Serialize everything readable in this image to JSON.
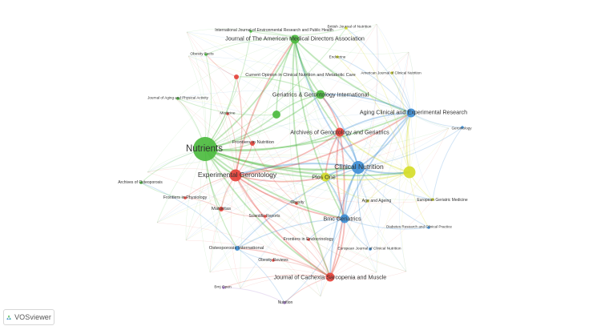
{
  "app": {
    "name": "VOSviewer"
  },
  "colors": {
    "cluster_red": "#e5423b",
    "cluster_green": "#4cbb3f",
    "cluster_blue": "#3f8fd6",
    "cluster_yellow": "#d6dd2a",
    "cluster_purple": "#a97fcf",
    "label": "#333333"
  },
  "network": {
    "nodes": [
      {
        "id": "nutrients",
        "label": "Nutrients",
        "cluster": "green",
        "weight": 10
      },
      {
        "id": "clinical-nutrition",
        "label": "Clinical Nutrition",
        "cluster": "blue",
        "weight": 7
      },
      {
        "id": "experimental-gerontology",
        "label": "Experimental Gerontology",
        "cluster": "red",
        "weight": 6
      },
      {
        "id": "jamda",
        "label": "Journal of The American Medical Directors Association",
        "cluster": "green",
        "weight": 5
      },
      {
        "id": "aging-clinical",
        "label": "Aging Clinical and Experimental Research",
        "cluster": "blue",
        "weight": 5
      },
      {
        "id": "cachexia",
        "label": "Journal of Cachexia Sarcopenia and Muscle",
        "cluster": "red",
        "weight": 5
      },
      {
        "id": "archives-gerontology",
        "label": "Archives of Gerontology and Geriatrics",
        "cluster": "red",
        "weight": 5
      },
      {
        "id": "geriatrics-intl",
        "label": "Geriatrics & Gerontology International",
        "cluster": "green",
        "weight": 5
      },
      {
        "id": "bmc-geriatrics",
        "label": "Bmc Geriatrics",
        "cluster": "blue",
        "weight": 5
      },
      {
        "id": "plos-one",
        "label": "Plos One",
        "cluster": "yellow",
        "weight": 5
      },
      {
        "id": "yellow-big",
        "label": "",
        "cluster": "yellow",
        "weight": 6
      },
      {
        "id": "green-mid",
        "label": "",
        "cluster": "green",
        "weight": 4
      },
      {
        "id": "current-opinion",
        "label": "Current Opinion in Clinical Nutrition and Metabolic Care",
        "cluster": "red",
        "weight": 3
      },
      {
        "id": "frontiers-nutrition",
        "label": "Frontiers in Nutrition",
        "cluster": "red",
        "weight": 3
      },
      {
        "id": "osteoporosis-intl",
        "label": "Osteoporosis International",
        "cluster": "blue",
        "weight": 3
      },
      {
        "id": "maturitas",
        "label": "Maturitas",
        "cluster": "red",
        "weight": 3
      },
      {
        "id": "ijerph",
        "label": "International Journal of Environmental Research and Public Health",
        "cluster": "green",
        "weight": 2
      },
      {
        "id": "bjn",
        "label": "British Journal of Nutrition",
        "cluster": "yellow",
        "weight": 2
      },
      {
        "id": "obesity-facts",
        "label": "Obesity Facts",
        "cluster": "green",
        "weight": 2
      },
      {
        "id": "endocrine",
        "label": "Endocrine",
        "cluster": "yellow",
        "weight": 2
      },
      {
        "id": "ajcn",
        "label": "American Journal of Clinical Nutrition",
        "cluster": "yellow",
        "weight": 2
      },
      {
        "id": "aging-activity",
        "label": "Journal of Aging and Physical Activity",
        "cluster": "green",
        "weight": 2
      },
      {
        "id": "medicine",
        "label": "Medicine",
        "cluster": "red",
        "weight": 2
      },
      {
        "id": "gerontology",
        "label": "Gerontology",
        "cluster": "blue",
        "weight": 2
      },
      {
        "id": "archives-osteoporosis",
        "label": "Archives of Osteoporosis",
        "cluster": "green",
        "weight": 2
      },
      {
        "id": "frontiers-physiology",
        "label": "Frontiers in Physiology",
        "cluster": "red",
        "weight": 2
      },
      {
        "id": "age-ageing",
        "label": "Age and Ageing",
        "cluster": "yellow",
        "weight": 2
      },
      {
        "id": "european-geriatric",
        "label": "European Geriatric Medicine",
        "cluster": "yellow",
        "weight": 2
      },
      {
        "id": "obesity",
        "label": "Obesity",
        "cluster": "red",
        "weight": 2
      },
      {
        "id": "scientific-reports",
        "label": "Scientific Reports",
        "cluster": "red",
        "weight": 2
      },
      {
        "id": "diabetes-research",
        "label": "Diabetes Research and Clinical Practice",
        "cluster": "blue",
        "weight": 2
      },
      {
        "id": "frontiers-endo",
        "label": "Frontiers in Endocrinology",
        "cluster": "red",
        "weight": 2
      },
      {
        "id": "ejcn",
        "label": "European Journal of Clinical Nutrition",
        "cluster": "blue",
        "weight": 2
      },
      {
        "id": "obesity-reviews",
        "label": "Obesity Reviews",
        "cluster": "red",
        "weight": 2
      },
      {
        "id": "bmj-open",
        "label": "Bmj Open",
        "cluster": "purple",
        "weight": 2
      },
      {
        "id": "nutrition",
        "label": "Nutrition",
        "cluster": "purple",
        "weight": 2
      }
    ],
    "links": [
      [
        "nutrients",
        "clinical-nutrition"
      ],
      [
        "nutrients",
        "experimental-gerontology"
      ],
      [
        "nutrients",
        "jamda"
      ],
      [
        "nutrients",
        "aging-clinical"
      ],
      [
        "nutrients",
        "cachexia"
      ],
      [
        "nutrients",
        "archives-gerontology"
      ],
      [
        "nutrients",
        "geriatrics-intl"
      ],
      [
        "nutrients",
        "bmc-geriatrics"
      ],
      [
        "nutrients",
        "plos-one"
      ],
      [
        "nutrients",
        "current-opinion"
      ],
      [
        "nutrients",
        "frontiers-nutrition"
      ],
      [
        "nutrients",
        "ijerph"
      ],
      [
        "nutrients",
        "obesity-facts"
      ],
      [
        "nutrients",
        "aging-activity"
      ],
      [
        "nutrients",
        "archives-osteoporosis"
      ],
      [
        "nutrients",
        "green-mid"
      ],
      [
        "nutrients",
        "yellow-big"
      ],
      [
        "nutrients",
        "maturitas"
      ],
      [
        "nutrients",
        "osteoporosis-intl"
      ],
      [
        "nutrients",
        "bjn"
      ],
      [
        "nutrients",
        "medicine"
      ],
      [
        "jamda",
        "clinical-nutrition"
      ],
      [
        "jamda",
        "experimental-gerontology"
      ],
      [
        "jamda",
        "geriatrics-intl"
      ],
      [
        "jamda",
        "aging-clinical"
      ],
      [
        "jamda",
        "archives-gerontology"
      ],
      [
        "jamda",
        "bmc-geriatrics"
      ],
      [
        "jamda",
        "cachexia"
      ],
      [
        "jamda",
        "green-mid"
      ],
      [
        "jamda",
        "obesity-facts"
      ],
      [
        "jamda",
        "ijerph"
      ],
      [
        "clinical-nutrition",
        "experimental-gerontology"
      ],
      [
        "clinical-nutrition",
        "aging-clinical"
      ],
      [
        "clinical-nutrition",
        "cachexia"
      ],
      [
        "clinical-nutrition",
        "archives-gerontology"
      ],
      [
        "clinical-nutrition",
        "bmc-geriatrics"
      ],
      [
        "clinical-nutrition",
        "plos-one"
      ],
      [
        "clinical-nutrition",
        "geriatrics-intl"
      ],
      [
        "clinical-nutrition",
        "yellow-big"
      ],
      [
        "clinical-nutrition",
        "gerontology"
      ],
      [
        "clinical-nutrition",
        "age-ageing"
      ],
      [
        "clinical-nutrition",
        "ejcn"
      ],
      [
        "clinical-nutrition",
        "diabetes-research"
      ],
      [
        "clinical-nutrition",
        "european-geriatric"
      ],
      [
        "clinical-nutrition",
        "osteoporosis-intl"
      ],
      [
        "experimental-gerontology",
        "archives-gerontology"
      ],
      [
        "experimental-gerontology",
        "cachexia"
      ],
      [
        "experimental-gerontology",
        "aging-clinical"
      ],
      [
        "experimental-gerontology",
        "bmc-geriatrics"
      ],
      [
        "experimental-gerontology",
        "maturitas"
      ],
      [
        "experimental-gerontology",
        "frontiers-physiology"
      ],
      [
        "experimental-gerontology",
        "scientific-reports"
      ],
      [
        "experimental-gerontology",
        "obesity"
      ],
      [
        "experimental-gerontology",
        "frontiers-nutrition"
      ],
      [
        "experimental-gerontology",
        "plos-one"
      ],
      [
        "experimental-gerontology",
        "medicine"
      ],
      [
        "experimental-gerontology",
        "current-opinion"
      ],
      [
        "aging-clinical",
        "archives-gerontology"
      ],
      [
        "aging-clinical",
        "geriatrics-intl"
      ],
      [
        "aging-clinical",
        "bmc-geriatrics"
      ],
      [
        "aging-clinical",
        "yellow-big"
      ],
      [
        "aging-clinical",
        "gerontology"
      ],
      [
        "aging-clinical",
        "ajcn"
      ],
      [
        "aging-clinical",
        "bjn"
      ],
      [
        "aging-clinical",
        "endocrine"
      ],
      [
        "cachexia",
        "bmc-geriatrics"
      ],
      [
        "cachexia",
        "archives-gerontology"
      ],
      [
        "cachexia",
        "osteoporosis-intl"
      ],
      [
        "cachexia",
        "nutrition"
      ],
      [
        "cachexia",
        "bmj-open"
      ],
      [
        "cachexia",
        "obesity-reviews"
      ],
      [
        "cachexia",
        "frontiers-endo"
      ],
      [
        "cachexia",
        "scientific-reports"
      ],
      [
        "archives-gerontology",
        "geriatrics-intl"
      ],
      [
        "archives-gerontology",
        "bmc-geriatrics"
      ],
      [
        "archives-gerontology",
        "plos-one"
      ],
      [
        "archives-gerontology",
        "yellow-big"
      ],
      [
        "bmc-geriatrics",
        "plos-one"
      ],
      [
        "bmc-geriatrics",
        "age-ageing"
      ],
      [
        "bmc-geriatrics",
        "osteoporosis-intl"
      ],
      [
        "bmc-geriatrics",
        "ejcn"
      ],
      [
        "bmc-geriatrics",
        "frontiers-endo"
      ],
      [
        "bmc-geriatrics",
        "diabetes-research"
      ],
      [
        "plos-one",
        "yellow-big"
      ],
      [
        "plos-one",
        "age-ageing"
      ],
      [
        "plos-one",
        "obesity"
      ],
      [
        "yellow-big",
        "european-geriatric"
      ],
      [
        "yellow-big",
        "ajcn"
      ],
      [
        "yellow-big",
        "bjn"
      ],
      [
        "yellow-big",
        "endocrine"
      ],
      [
        "yellow-big",
        "diabetes-research"
      ],
      [
        "yellow-big",
        "age-ageing"
      ],
      [
        "geriatrics-intl",
        "green-mid"
      ],
      [
        "geriatrics-intl",
        "current-opinion"
      ],
      [
        "osteoporosis-intl",
        "archives-osteoporosis"
      ],
      [
        "osteoporosis-intl",
        "obesity-reviews"
      ],
      [
        "maturitas",
        "frontiers-physiology"
      ],
      [
        "maturitas",
        "scientific-reports"
      ],
      [
        "nutrition",
        "bmj-open"
      ],
      [
        "nutrition",
        "bmc-geriatrics"
      ],
      [
        "nutrition",
        "osteoporosis-intl"
      ],
      [
        "frontiers-nutrition",
        "obesity"
      ],
      [
        "frontiers-nutrition",
        "medicine"
      ],
      [
        "archives-osteoporosis",
        "frontiers-physiology"
      ],
      [
        "aging-activity",
        "green-mid"
      ],
      [
        "obesity-facts",
        "current-opinion"
      ],
      [
        "ijerph",
        "bjn"
      ],
      [
        "gerontology",
        "european-geriatric"
      ]
    ]
  }
}
